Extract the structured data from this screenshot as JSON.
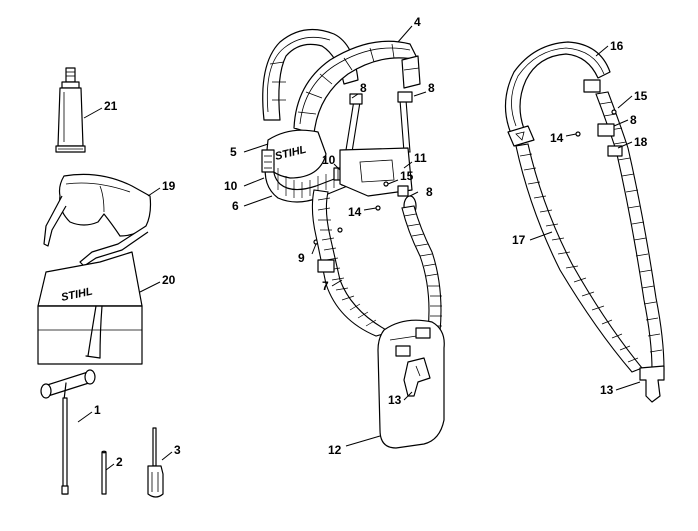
{
  "brand": {
    "logo_text": "STIHL"
  },
  "callouts": {
    "c1": "1",
    "c2": "2",
    "c3": "3",
    "c4": "4",
    "c5": "5",
    "c6": "6",
    "c7": "7",
    "c8a": "8",
    "c8b": "8",
    "c8c": "8",
    "c8d": "8",
    "c9": "9",
    "c10a": "10",
    "c10b": "10",
    "c11": "11",
    "c12": "12",
    "c13a": "13",
    "c13b": "13",
    "c14a": "14",
    "c14b": "14",
    "c15a": "15",
    "c15b": "15",
    "c16": "16",
    "c17": "17",
    "c18": "18",
    "c19": "19",
    "c20": "20",
    "c21": "21"
  }
}
